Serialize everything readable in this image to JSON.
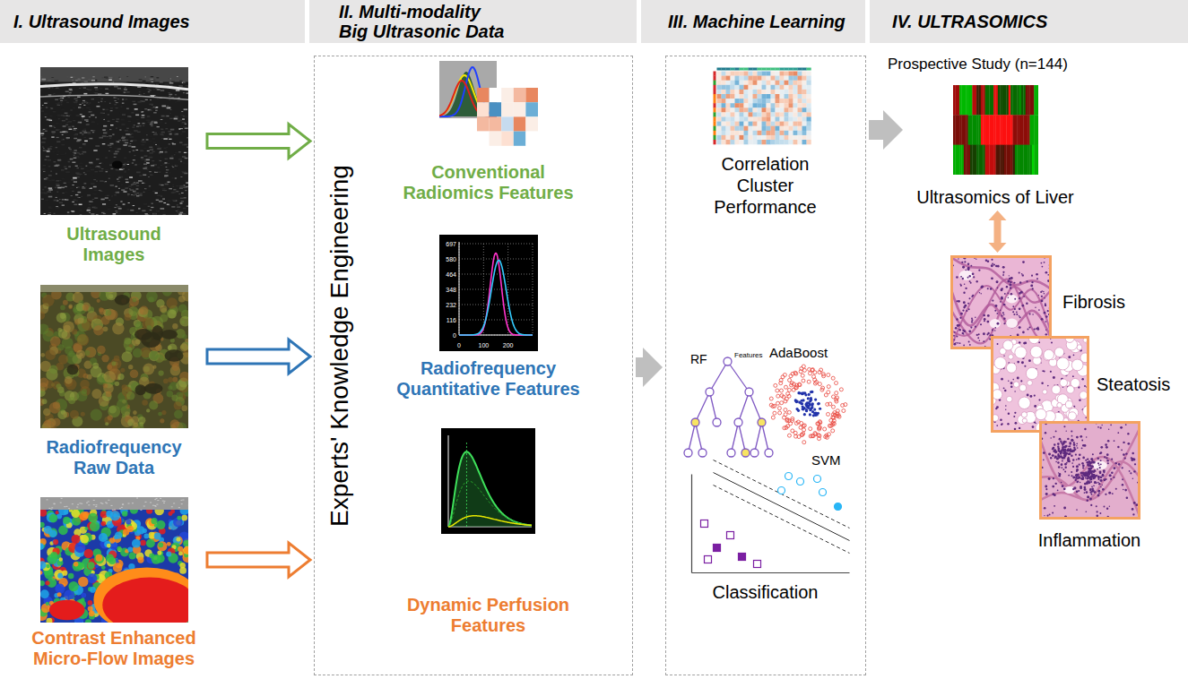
{
  "diagram": {
    "nodes": [
      {
        "text": [
          "I. Ultrasound Images"
        ]
      },
      {
        "text": [
          "II. Multi-modality Big Ultrasonic Data"
        ]
      },
      {
        "text": [
          "III. Machine Learning"
        ]
      },
      {
        "text": [
          "IV. ULTRASOMICS"
        ]
      },
      {
        "text": [
          "Ultrasound Images"
        ]
      },
      {
        "text": [
          "Radiofrequency Raw Data"
        ]
      },
      {
        "text": [
          "Contrast Enhanced Micro-Flow Images"
        ]
      },
      {
        "text": [
          "Experts' Knowledge Engineering"
        ]
      },
      {
        "text": [
          "Conventional Radiomics Features"
        ],
        "in": 7
      },
      {
        "text": [
          "Radiofrequency Quantitative Features"
        ],
        "in": 7
      },
      {
        "text": [
          "Dynamic Perfusion Features"
        ],
        "in": 7
      },
      {
        "text": [
          "Correlation Cluster Performance",
          "Classification"
        ]
      },
      {
        "text": [
          "Ultrasomics of Liver"
        ]
      },
      {
        "text": [
          "Fibrosis"
        ]
      },
      {
        "text": [
          "Steatosis"
        ]
      },
      {
        "text": [
          "Inflammation"
        ]
      }
    ],
    "edges": [
      {
        "from": 4,
        "to": 7,
        "arrow": "to"
      },
      {
        "from": 5,
        "to": 7,
        "arrow": "to"
      },
      {
        "from": 6,
        "to": 7,
        "arrow": "to"
      },
      {
        "from": 7,
        "to": 11,
        "arrow": "to"
      },
      {
        "from": 11,
        "to": 12,
        "arrow": "to"
      },
      {
        "from": 12,
        "to": 13,
        "arrow": "both"
      }
    ],
    "labels": [
      "Prospective Study (n=144)",
      "697",
      "580",
      "464",
      "348",
      "232",
      "116",
      "0",
      "0",
      "100",
      "200",
      "RF",
      "Features",
      "AdaBoost",
      "SVM"
    ]
  }
}
